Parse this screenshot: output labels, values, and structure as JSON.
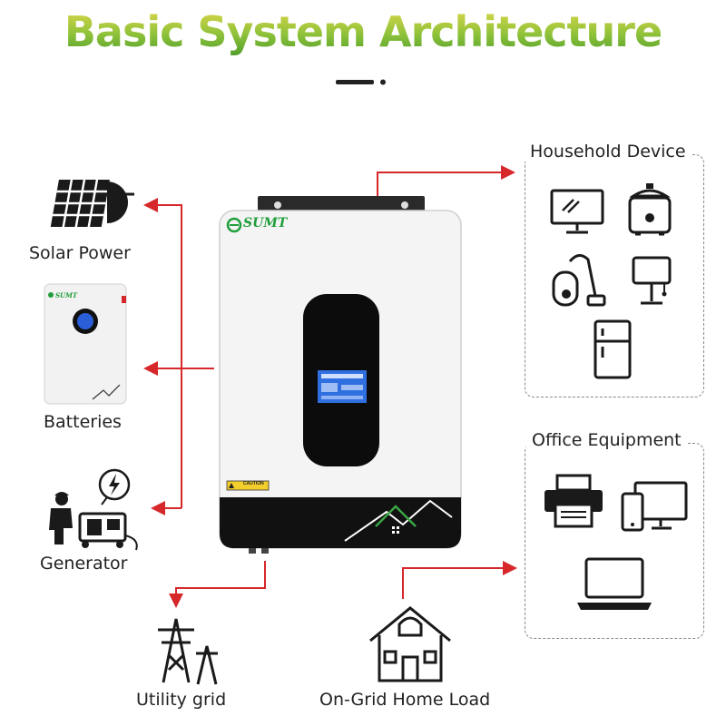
{
  "title": "Basic System Architecture",
  "inverter": {
    "brand": "SUMT",
    "caution_label": "CAUTION"
  },
  "sources": [
    {
      "label": "Solar Power",
      "icon": "solar-panel-icon"
    },
    {
      "label": "Batteries",
      "icon": "battery-unit-icon"
    },
    {
      "label": "Generator",
      "icon": "generator-icon"
    }
  ],
  "panels": {
    "household": {
      "title": "Household Device",
      "icons": [
        "monitor-icon",
        "rice-cooker-icon",
        "vacuum-cleaner-icon",
        "lamp-icon",
        "refrigerator-icon"
      ]
    },
    "office": {
      "title": "Office Equipment",
      "icons": [
        "printer-icon",
        "computer-devices-icon",
        "laptop-icon"
      ]
    }
  },
  "outputs": [
    {
      "label": "Utility grid",
      "icon": "power-tower-icon"
    },
    {
      "label": "On-Grid Home Load",
      "icon": "house-icon"
    }
  ],
  "colors": {
    "arrow": "#d6282b",
    "title_top": "#e0d84a",
    "title_bottom": "#4f9e2c",
    "brand_green": "#1f9e3a"
  }
}
